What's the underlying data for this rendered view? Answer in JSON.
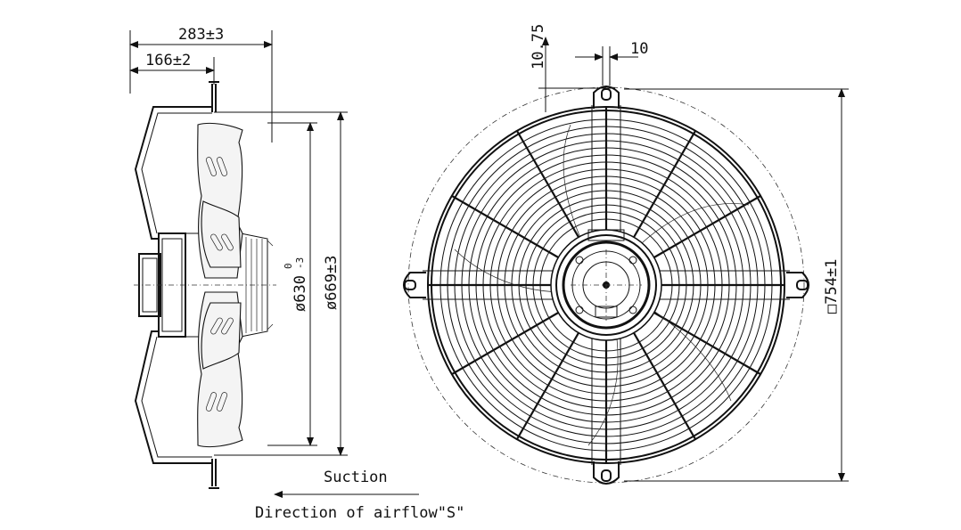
{
  "side_view": {
    "dim_total_depth": "283±3",
    "dim_motor_depth": "166±2",
    "dim_blade_dia_main": "ø630",
    "dim_blade_dia_tol_upper": "0",
    "dim_blade_dia_tol_lower": "-3",
    "dim_guard_dia": "ø669±3"
  },
  "front_view": {
    "dim_slot_height": "10.75",
    "dim_slot_width": "10",
    "dim_square_size": "□754±1"
  },
  "labels": {
    "suction": "Suction",
    "airflow_direction": "Direction of airflow\"S\""
  }
}
